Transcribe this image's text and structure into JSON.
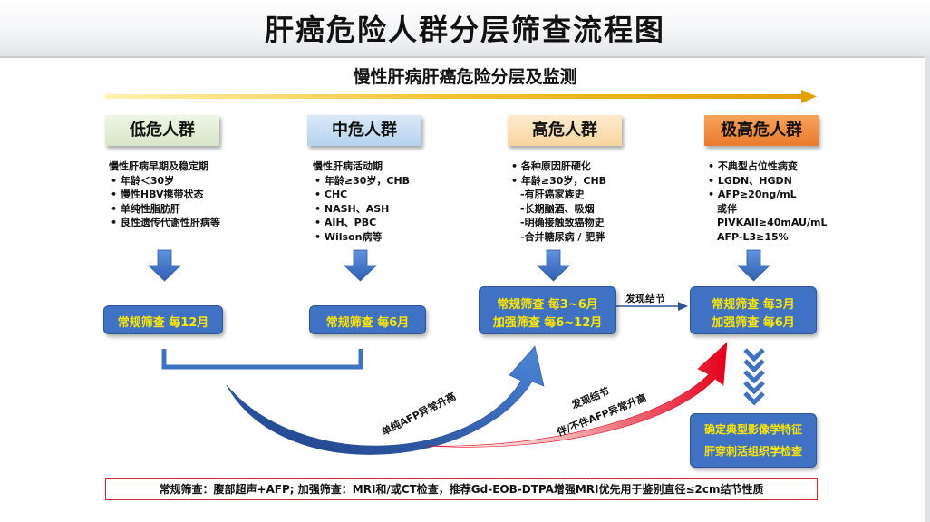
{
  "title": "肝癌危险人群分层筛查流程图",
  "subtitle": "慢性肝病肝癌危险分层及监测",
  "tiers": [
    {
      "name": "低危人群",
      "color": "#d7e7c7"
    },
    {
      "name": "中危人群",
      "color": "#b5d2ee"
    },
    {
      "name": "高危人群",
      "color": "#f8d59f"
    },
    {
      "name": "极高危人群",
      "color": "#ea7a2c"
    }
  ],
  "criteria": {
    "low": {
      "head": "慢性肝病早期及稳定期",
      "items": [
        "年龄＜30岁",
        "慢性HBV携带状态",
        "单纯性脂肪肝",
        "良性遗传代谢性肝病等"
      ]
    },
    "mid": {
      "head": "慢性肝病活动期",
      "items": [
        "年龄≥30岁，CHB",
        "CHC",
        "NASH、ASH",
        "AIH、PBC",
        "Wilson病等"
      ]
    },
    "high": {
      "items": [
        "各种原因肝硬化",
        "年龄≥30岁，CHB"
      ],
      "subitems": [
        "-有肝癌家族史",
        "-长期酗酒、吸烟",
        "-明确接触致癌物史",
        "-合并糖尿病 / 肥胖"
      ]
    },
    "vhigh": {
      "items": [
        "不典型占位性病变",
        "LGDN、HGDN",
        "AFP≥20ng/mL"
      ],
      "indented": [
        "或伴",
        "PIVKAII≥40mAU/mL",
        "AFP-L3≥15%"
      ]
    }
  },
  "screening": {
    "low": "常规筛查  每12月",
    "mid": "常规筛查  每6月",
    "high": [
      "常规筛查  每3~6月",
      "加强筛查  每6~12月"
    ],
    "vhigh": [
      "常规筛查  每3月",
      "加强筛查  每6月"
    ]
  },
  "final_box": [
    "确定典型影像学特征",
    "肝穿刺活组织学检查"
  ],
  "labels": {
    "nodule_found": "发现结节",
    "afp_rise_only": "单纯AFP异常升高",
    "nodule_afp_1": "发现结节",
    "nodule_afp_2": "伴/不伴AFP异常升高"
  },
  "footnote": "常规筛查：腹部超声+AFP; 加强筛查：MRI和/或CT检查，推荐Gd-EOB-DTPA增强MRI优先用于鉴别直径≤2cm结节性质",
  "colors": {
    "box_fill": "#3f72c2",
    "box_text": "#ffe600",
    "arrow_blue": "#3a6ec4",
    "arrow_red": "#e3001b",
    "note_border": "#d62828"
  }
}
